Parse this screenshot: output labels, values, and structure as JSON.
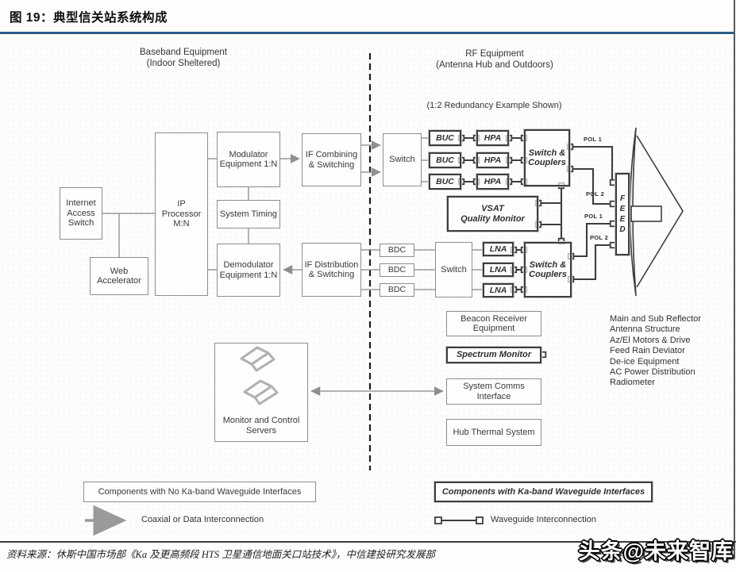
{
  "header": {
    "title": "图 19：典型信关站系统构成"
  },
  "diagram": {
    "baseband": {
      "heading_line1": "Baseband Equipment",
      "heading_line2": "(Indoor Sheltered)",
      "internet_access_switch": "Internet Access Switch",
      "web_accelerator": "Web Accelerator",
      "ip_processor": "IP Processor M:N",
      "modulator": "Modulator Equipment 1:N",
      "system_timing": "System Timing",
      "demodulator": "Demodulator Equipment 1:N",
      "if_combining": "IF Combining & Switching",
      "if_distribution": "IF Distribution & Switching",
      "monitor_servers": "Monitor and Control Servers"
    },
    "rf": {
      "heading_line1": "RF Equipment",
      "heading_line2": "(Antenna Hub and Outdoors)",
      "redundancy_note": "(1:2 Redundancy Example Shown)",
      "switch": "Switch",
      "buc": "BUC",
      "hpa": "HPA",
      "bdc": "BDC",
      "lna": "LNA",
      "switch_couplers": "Switch & Couplers",
      "vsat_line1": "VSAT",
      "vsat_line2": "Quality Monitor",
      "feed_letters": [
        "F",
        "E",
        "E",
        "D"
      ],
      "pol_labels": [
        "POL 1",
        "POL 2",
        "POL 1",
        "POL 2"
      ],
      "beacon_receiver": "Beacon Receiver Equipment",
      "spectrum_monitor": "Spectrum Monitor",
      "system_comms": "System Comms Interface",
      "hub_thermal": "Hub Thermal System",
      "antenna_notes": [
        "Main and Sub Reflector",
        "Antenna Structure",
        "Az/El Motors & Drive",
        "Feed Rain Deviator",
        "De-ice Equipment",
        "AC Power Distribution",
        "Radiometer"
      ]
    },
    "legend": {
      "no_waveguide_box": "Components with No Ka-band Waveguide Interfaces",
      "coax_label": "Coaxial or Data Interconnection",
      "waveguide_box": "Components with Ka-band Waveguide Interfaces",
      "waveguide_label": "Waveguide Interconnection"
    }
  },
  "footer": {
    "source": "资料来源：休斯中国市场部《Ka 及更高频段 HTS 卫星通信地面关口站技术》，中信建投研究发展部",
    "watermark": "头条@未来智库"
  },
  "colors": {
    "accent_rule": "#2c5d88",
    "coax_line": "#9a9a9a",
    "waveguide_line": "#3d3d3d",
    "text": "#333333"
  }
}
